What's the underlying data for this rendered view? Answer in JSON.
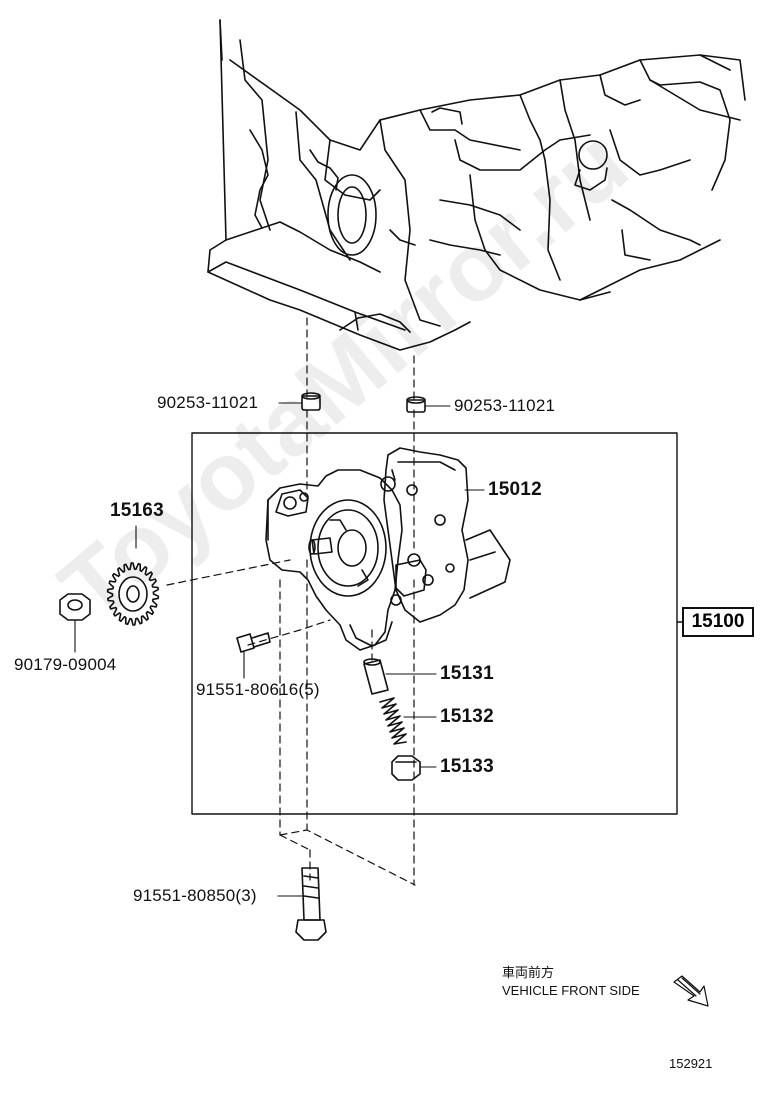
{
  "parts": {
    "pin_left": "90253-11021",
    "pin_right": "90253-11021",
    "cover": "15012",
    "sprocket": "15163",
    "assembly": "15100",
    "nut": "90179-09004",
    "bolt_small": "91551-80616(5)",
    "relief_valve": "15131",
    "spring": "15132",
    "plug": "15133",
    "bolt_long": "91551-80850(3)"
  },
  "notes": {
    "direction_jp": "車両前方",
    "direction_en": "VEHICLE FRONT SIDE",
    "diagram_number": "152921"
  },
  "watermark": "ToyotaMirror.ru"
}
